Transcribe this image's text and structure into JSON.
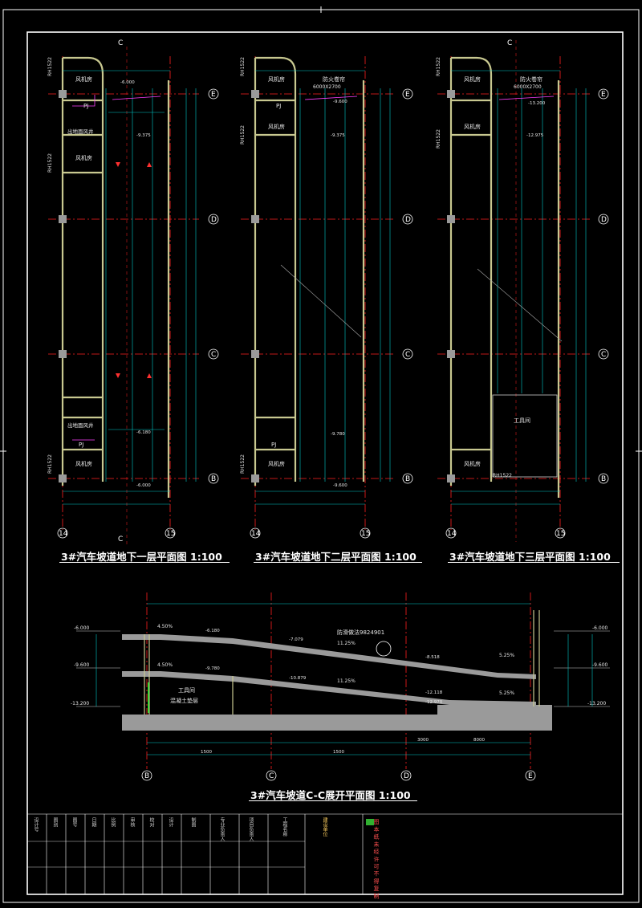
{
  "plans": [
    {
      "title": "3#汽车坡道地下一层平面图 1:100",
      "rooms": [
        "风机房",
        "PJ",
        "出地面风井",
        "风机房",
        "出地面风井",
        "PJ",
        "风机房"
      ],
      "tags": [
        "RH1522",
        "RH1522",
        "RH1522"
      ],
      "levels": [
        "-6.000",
        "-9.375",
        "-6.180",
        "-6.000"
      ],
      "axes": [
        "E",
        "D",
        "C",
        "B",
        "14",
        "15",
        "C",
        "C"
      ]
    },
    {
      "title": "3#汽车坡道地下二层平面图 1:100",
      "rooms": [
        "风机房",
        "PJ",
        "风机房",
        "PJ",
        "风机房"
      ],
      "notes": [
        "防火卷帘",
        "6000X2700"
      ],
      "tags": [
        "RH1522",
        "RH1522",
        "RH1522"
      ],
      "levels": [
        "-9.600",
        "-9.375",
        "-9.780",
        "-9.600"
      ],
      "axes": [
        "E",
        "D",
        "C",
        "B",
        "14",
        "15"
      ]
    },
    {
      "title": "3#汽车坡道地下三层平面图 1:100",
      "rooms": [
        "风机房",
        "风机房",
        "工具间",
        "风机房"
      ],
      "notes": [
        "防火卷帘",
        "6000X2700"
      ],
      "tags": [
        "RH1522",
        "RH1522",
        "RH1522"
      ],
      "levels": [
        "-13.200",
        "-12.975"
      ],
      "axes": [
        "E",
        "D",
        "C",
        "B",
        "14",
        "15",
        "C"
      ]
    }
  ],
  "section": {
    "title": "3#汽车坡道C-C展开平面图 1:100",
    "levels_left": [
      "-6.000",
      "-9.600",
      "-13.200"
    ],
    "levels_right": [
      "-6.000",
      "-9.600",
      "-13.200"
    ],
    "slopes": [
      "4.50%",
      "11.25%",
      "5.25%",
      "4.50%",
      "11.25%",
      "5.25%"
    ],
    "marks": [
      "-6.180",
      "-7.079",
      "-8.518",
      "-9.780",
      "-10.879",
      "-12.118",
      "-12.970"
    ],
    "notes": [
      "防滑做法9824901",
      "工具间",
      "混凝土垫层"
    ],
    "dims": [
      "1500",
      "1500",
      "3000",
      "8000"
    ],
    "axes": [
      "B",
      "C",
      "D",
      "E"
    ]
  },
  "titleblock": {
    "org_note": "图 本 纸 未 经 许 可 不 得 复 制",
    "cells": [
      "设计号",
      "图别",
      "图号",
      "日期",
      "比例",
      "审核",
      "校对",
      "设计",
      "制图",
      "专业负责人",
      "项目负责人",
      "工程名称",
      "建设单位"
    ]
  },
  "colors": {
    "background": "#000000",
    "frame": "#ffffff",
    "axis": "#ff2020",
    "wall": "#c8c890",
    "dim": "#00c8c8",
    "slope": "#ff40ff",
    "fill": "#9a9a9a"
  }
}
